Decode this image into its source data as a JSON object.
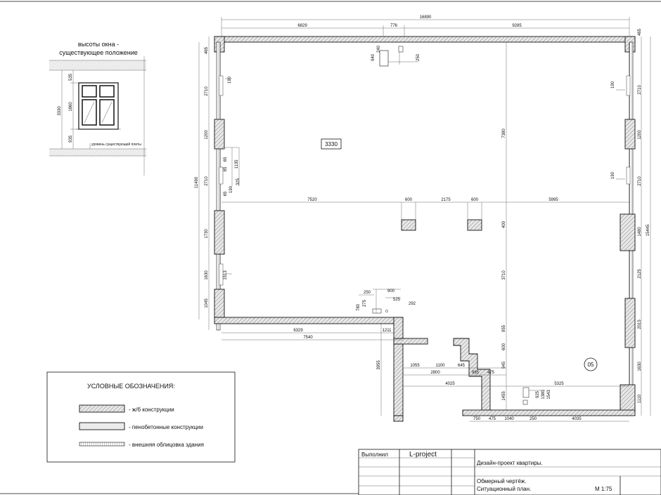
{
  "window_detail": {
    "title_line1": "высоты окна -",
    "title_line2": "существующее положение",
    "dim_total": "3330",
    "dim_top": "535",
    "dim_mid": "1860",
    "dim_bottom": "935",
    "slab_label": "уровень существующей плиты"
  },
  "plan": {
    "room_height": "3330",
    "room_number": "05",
    "top_dims": [
      "16890",
      "6829",
      "776",
      "9285"
    ],
    "top_small": [
      "940",
      "240",
      "250"
    ],
    "left_dims": [
      "465",
      "2710",
      "1200",
      "2710",
      "1730",
      "1630",
      "1045"
    ],
    "left_total": "11490",
    "left_small": [
      "190",
      "65",
      "65",
      "1135",
      "190",
      "325",
      "65",
      "1513"
    ],
    "right_dims": [
      "465",
      "2710",
      "1200",
      "2710",
      "1480",
      "2125",
      "2015",
      "1630",
      "1110"
    ],
    "right_total": "15445",
    "right_small": [
      "190",
      "190"
    ],
    "column_dims": [
      "7520",
      "600",
      "2175",
      "600",
      "5995"
    ],
    "vertical_dims": [
      "7380",
      "400",
      "3710",
      "955",
      "600",
      "945",
      "1455",
      "3955"
    ],
    "fixture_dims": [
      "250",
      "900",
      "525",
      "292",
      "780",
      "275"
    ],
    "lower_dims": [
      "6329",
      "1211",
      "7540",
      "1055",
      "1100",
      "645",
      "2800",
      "985",
      "475",
      "4025",
      "5325",
      "925",
      "1380",
      "1543"
    ],
    "bottom_dims": [
      "750",
      "475",
      "1040",
      "250",
      "4035"
    ]
  },
  "legend": {
    "title": "УСЛОВНЫЕ ОБОЗНАЧЕНИЯ:",
    "items": [
      "- ж/б конструкции",
      "- пенобетонные конструкции",
      "- внешняя облицовка здания"
    ]
  },
  "title_block": {
    "performed_label": "Выполнил",
    "company": "L-project",
    "project": "Дизайн-проект квартиры.",
    "drawing_line1": "Обмерный чертёж.",
    "drawing_line2": "Ситуационный план.",
    "scale": "М 1:75"
  }
}
